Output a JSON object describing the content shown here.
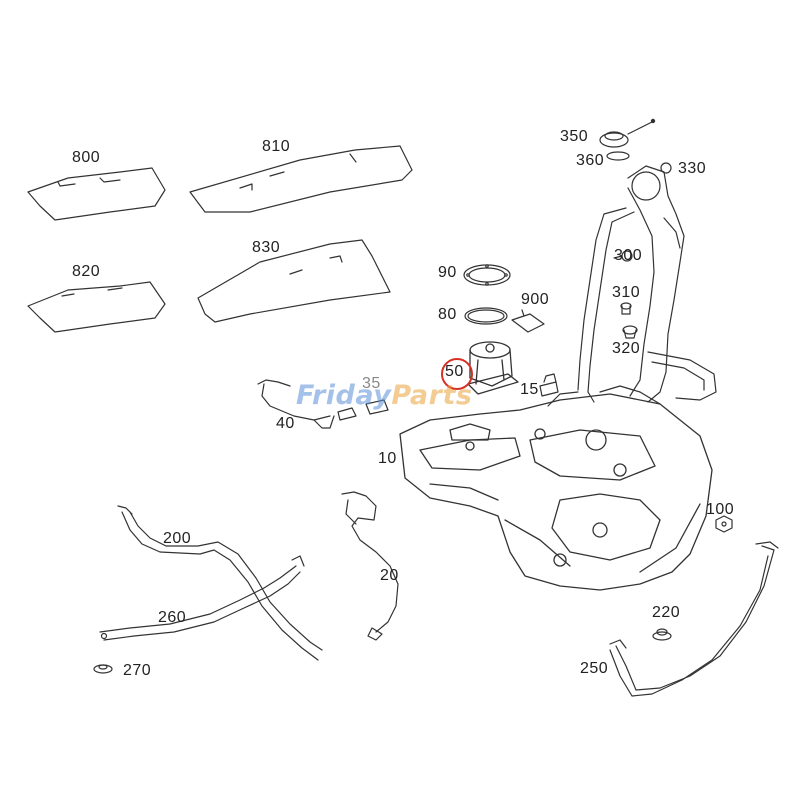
{
  "diagram": {
    "labels": {
      "p800": "800",
      "p810": "810",
      "p820": "820",
      "p830": "830",
      "p350": "350",
      "p360": "360",
      "p330": "330",
      "p300": "300",
      "p310": "310",
      "p320": "320",
      "p90": "90",
      "p80": "80",
      "p900": "900",
      "p50": "50",
      "p35": "35",
      "p40": "40",
      "p15": "15",
      "p10": "10",
      "p100": "100",
      "p200": "200",
      "p260": "260",
      "p270": "270",
      "p20": "20",
      "p220": "220",
      "p250": "250"
    },
    "highlighted_part": "50",
    "highlight_color": "#d93025",
    "line_color": "#333333"
  },
  "watermark": {
    "part1": "Friday",
    "part2": "Parts",
    "color1": "#5b8fd8",
    "color2": "#e9a33c"
  }
}
